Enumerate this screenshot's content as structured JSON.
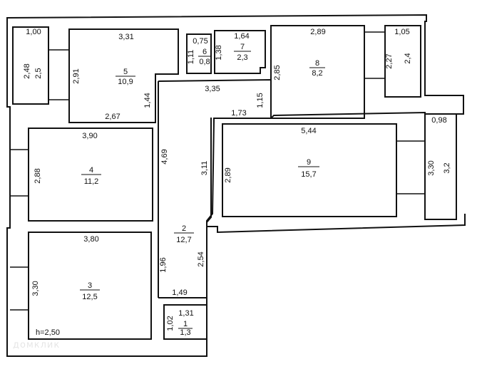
{
  "ceiling_height": "h=2,50",
  "watermark": "домклик",
  "rooms": {
    "r1": {
      "number": "1",
      "area": "1,3",
      "dims": [
        "1,31",
        "1,02"
      ]
    },
    "r2": {
      "number": "2",
      "area": "12,7",
      "dims": [
        "3,35",
        "4,69",
        "1,44",
        "1,96",
        "1,49",
        "2,54",
        "3,11",
        "1,73",
        "1,15"
      ]
    },
    "r3": {
      "number": "3",
      "area": "12,5",
      "dims": [
        "3,80",
        "3,30"
      ]
    },
    "r4": {
      "number": "4",
      "area": "11,2",
      "dims": [
        "3,90",
        "2,88"
      ]
    },
    "r5": {
      "number": "5",
      "area": "10,9",
      "dims": [
        "3,31",
        "2,91",
        "2,67"
      ]
    },
    "r6": {
      "number": "6",
      "area": "0,8",
      "dims": [
        "0,75",
        "1,11"
      ]
    },
    "r7": {
      "number": "7",
      "area": "2,3",
      "dims": [
        "1,64",
        "1,38"
      ]
    },
    "r8": {
      "number": "8",
      "area": "8,2",
      "dims": [
        "2,89",
        "2,85"
      ]
    },
    "r9": {
      "number": "9",
      "area": "15,7",
      "dims": [
        "5,44",
        "2,89"
      ]
    },
    "balcony_left": {
      "area": "2,5",
      "dims": [
        "1,00",
        "2,48"
      ]
    },
    "balcony_right_top": {
      "area": "2,4",
      "dims": [
        "1,05",
        "2,27"
      ]
    },
    "balcony_right_bottom": {
      "area": "3,2",
      "dims": [
        "0,98",
        "3,30"
      ]
    }
  }
}
